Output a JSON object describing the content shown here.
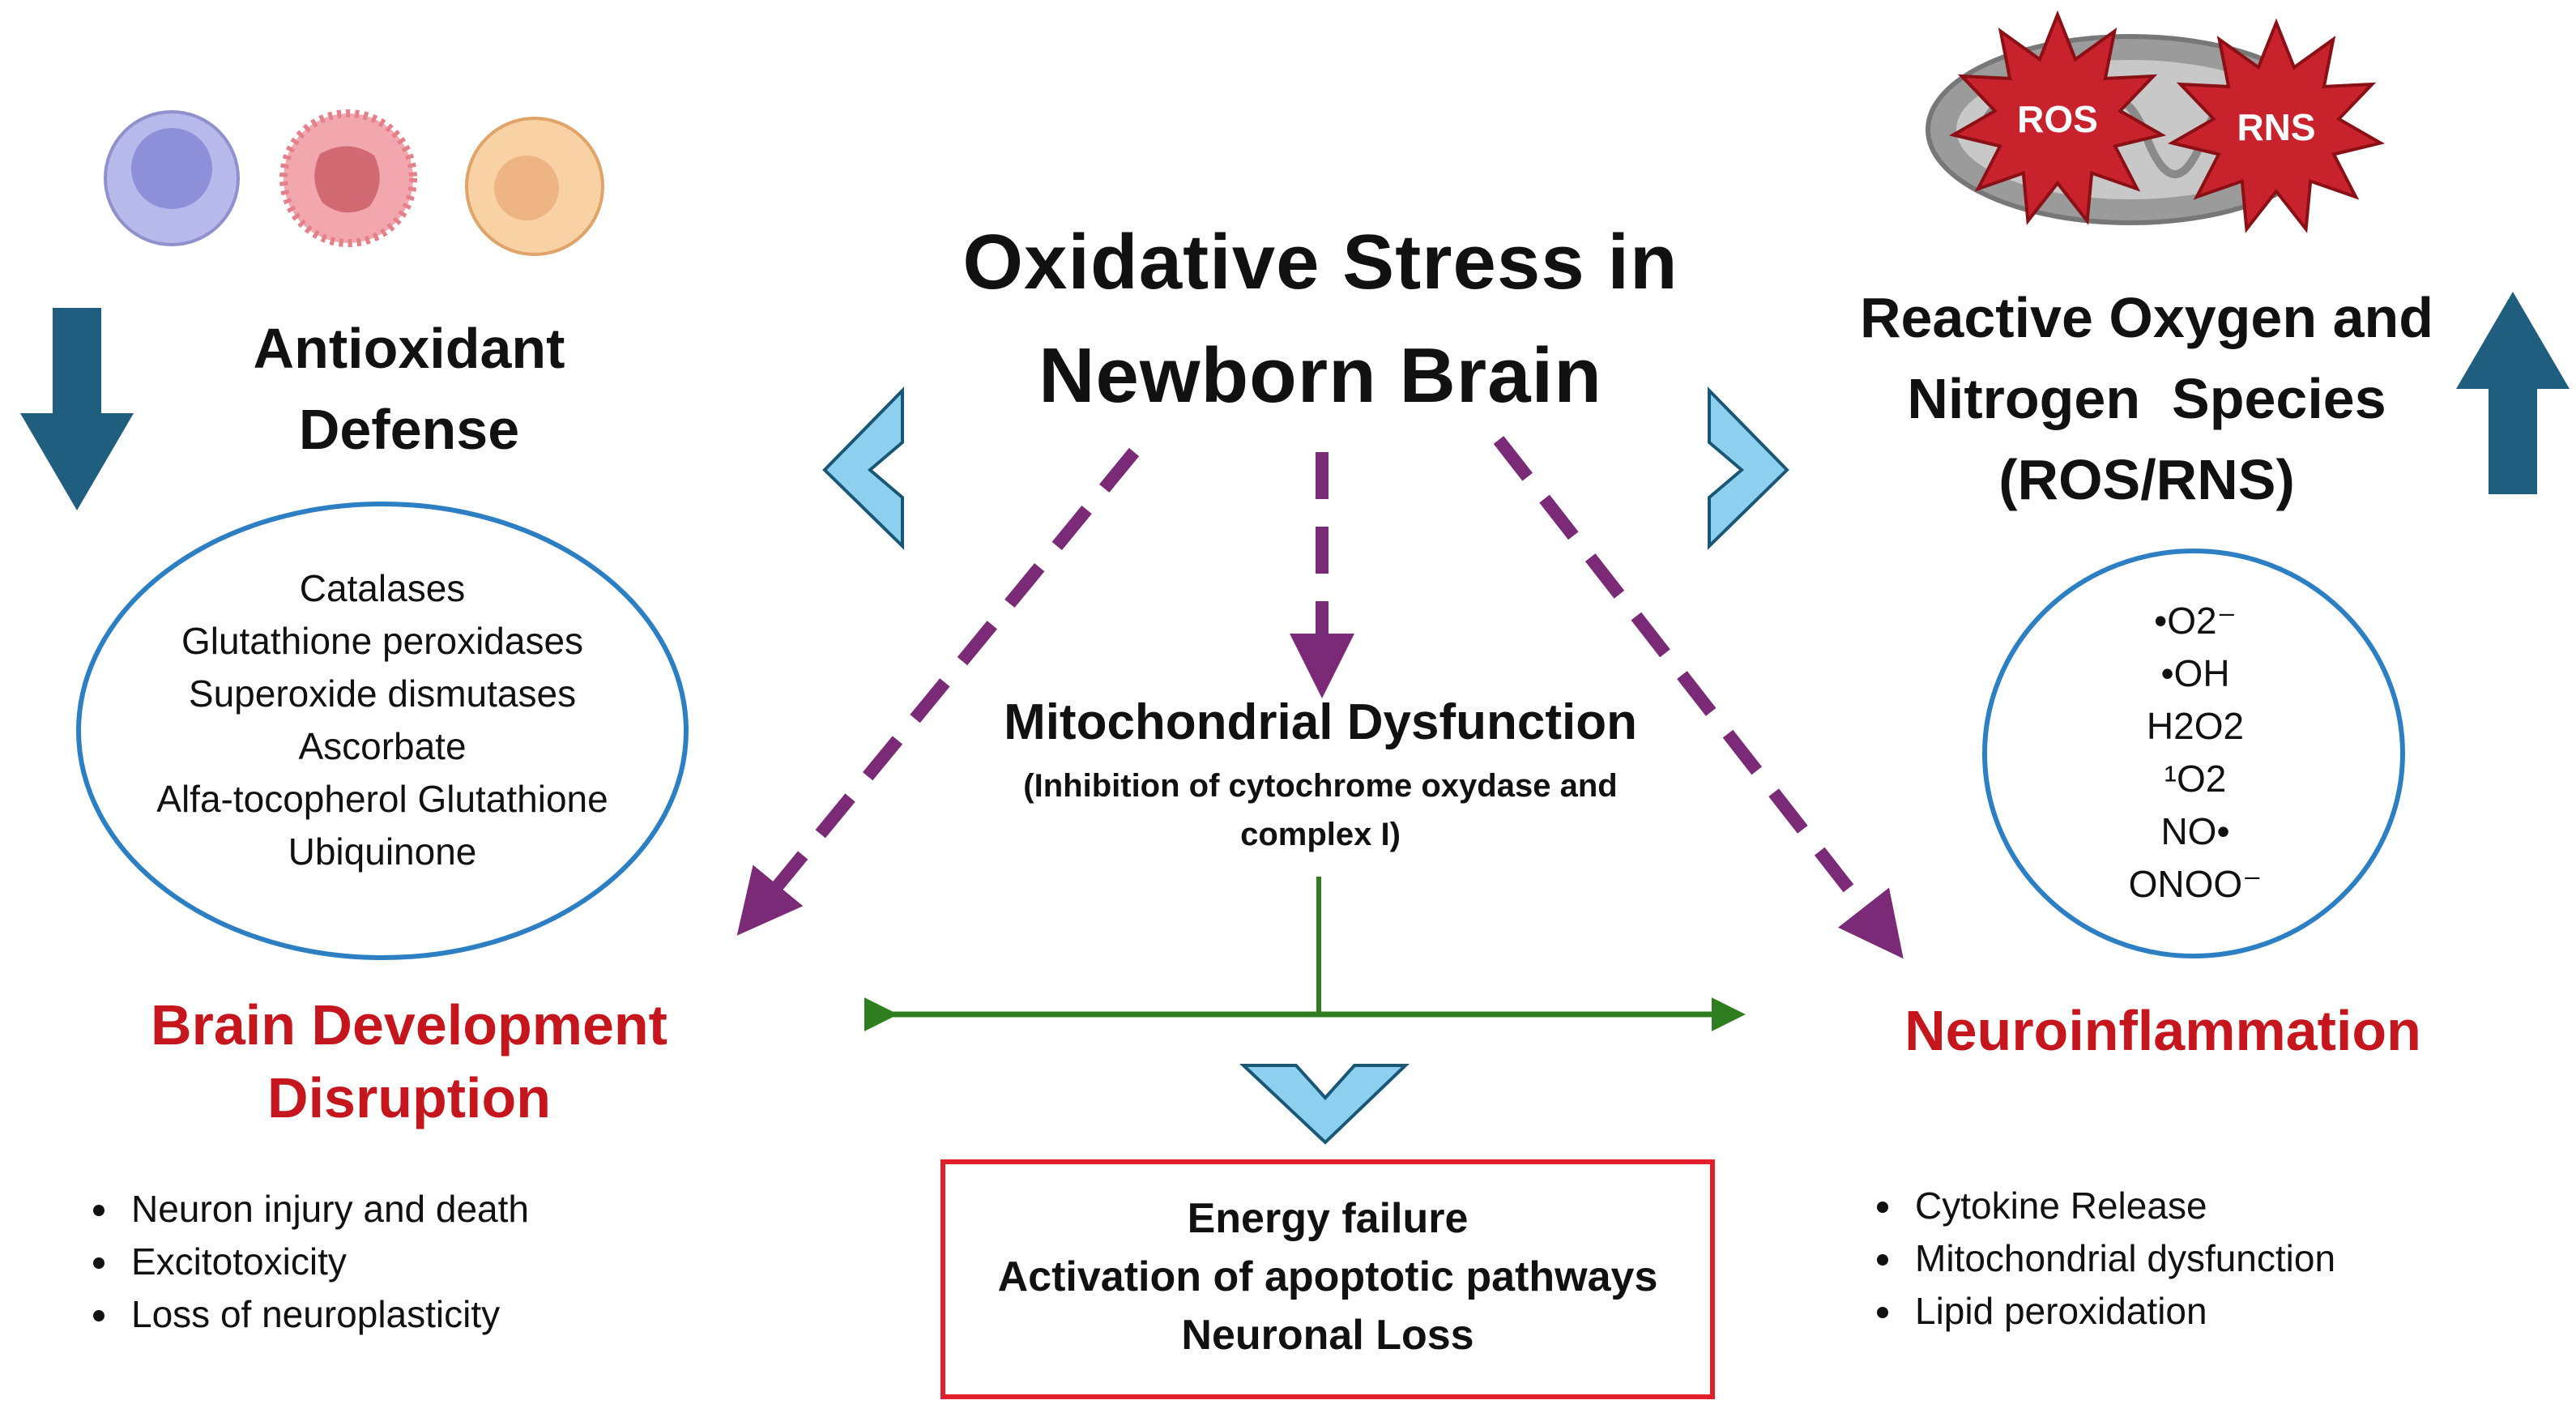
{
  "title": [
    "Oxidative Stress in",
    "Newborn Brain"
  ],
  "antioxidant": {
    "heading": [
      "Antioxidant",
      "Defense"
    ],
    "items": [
      "Catalases",
      "Glutathione peroxidases",
      "Superoxide dismutases",
      "Ascorbate",
      "Alfa-tocopherol Glutathione",
      "Ubiquinone"
    ],
    "trend": "down"
  },
  "ros": {
    "heading": [
      "Reactive Oxygen and",
      "Nitrogen  Species",
      "(ROS/RNS)"
    ],
    "items": [
      "•O2⁻",
      "•OH",
      "H2O2",
      "¹O2",
      "NO•",
      "ONOO⁻"
    ],
    "badges": [
      "ROS",
      "RNS"
    ],
    "trend": "up"
  },
  "mitochondrial": {
    "title": "Mitochondrial Dysfunction",
    "subtitle": [
      "(Inhibition of cytochrome oxydase and",
      "complex I)"
    ]
  },
  "brain_development": {
    "heading": [
      "Brain Development",
      "Disruption"
    ],
    "items": [
      "Neuron injury and death",
      "Excitotoxicity",
      "Loss of neuroplasticity"
    ]
  },
  "neuroinflammation": {
    "heading": "Neuroinflammation",
    "items": [
      "Cytokine Release",
      "Mitochondrial dysfunction",
      "Lipid peroxidation"
    ]
  },
  "outcome": [
    "Energy failure",
    "Activation of apoptotic pathways",
    "Neuronal Loss"
  ],
  "colors": {
    "arrow_purple": "#7b2a78",
    "arrow_green": "#2e7d1e",
    "chevron_blue": "#8ccfee",
    "trend_arrow": "#1f5e7e",
    "circle_blue": "#2d7fc4",
    "box_red": "#e0202a",
    "heading_red": "#c4161c",
    "burst_red": "#c8232c"
  }
}
